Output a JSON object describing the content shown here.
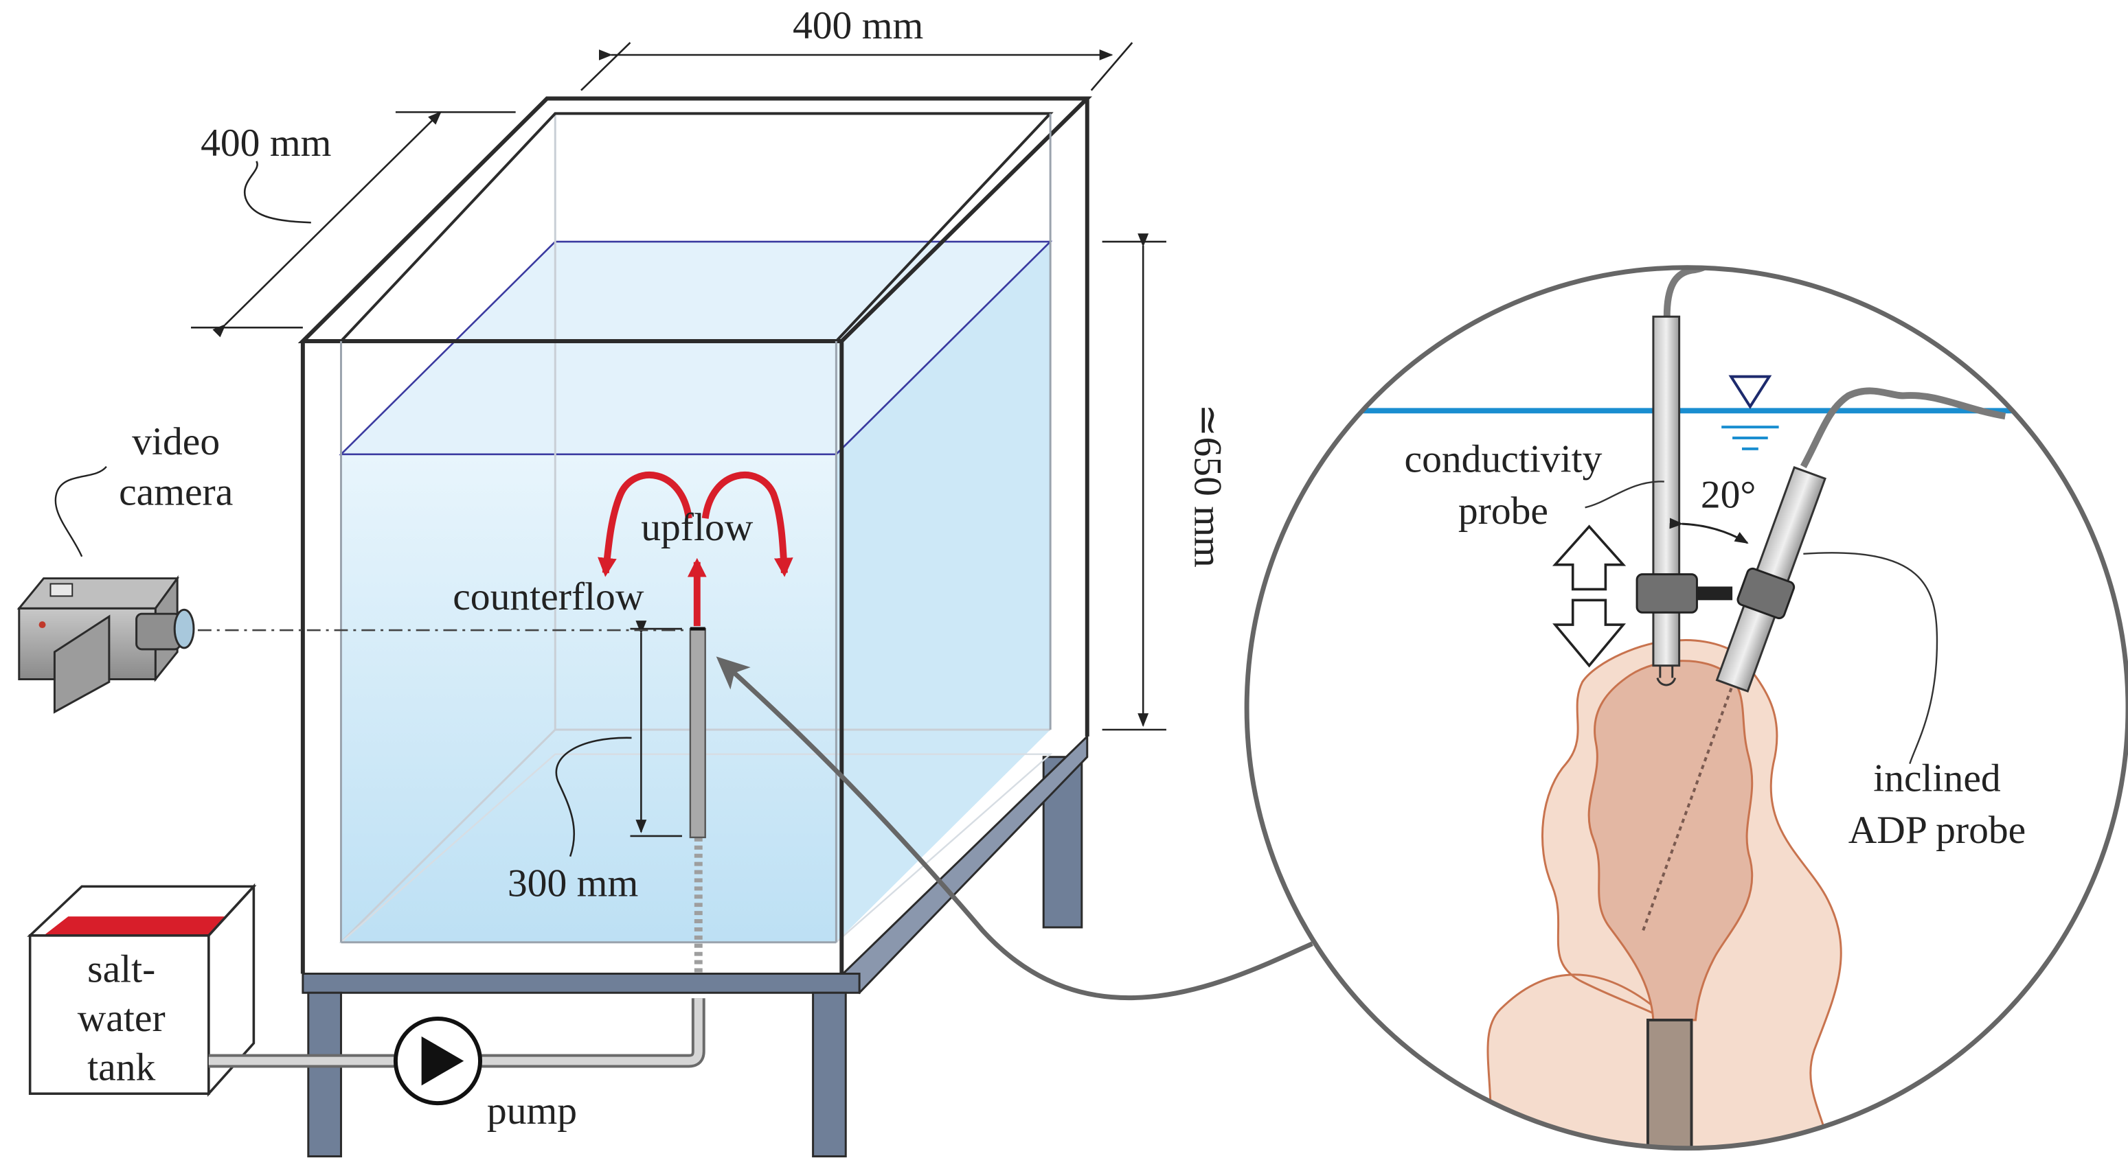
{
  "labels": {
    "width_top": "400 mm",
    "depth_side": "400 mm",
    "height": "≃650 mm",
    "video_camera_line1": "video",
    "video_camera_line2": "camera",
    "upflow": "upflow",
    "counterflow": "counterflow",
    "nozzle_length": "300 mm",
    "tank_line1": "salt-",
    "tank_line2": "water",
    "tank_line3": "tank",
    "pump": "pump",
    "conductivity_line1": "conductivity",
    "conductivity_line2": "probe",
    "angle": "20°",
    "adp_line1": "inclined",
    "adp_line2": "ADP probe"
  },
  "colors": {
    "frame_line": "#2b2b2b",
    "water_top": "#e6f4fb",
    "water_bottom": "#bfe0f4",
    "water_edge": "#3a3aa0",
    "stand": "#6f7f98",
    "flow_arrow": "#d81e2a",
    "surface_line": "#1a8ed0",
    "plume_outer": "#f5dccd",
    "plume_inner": "#e3b7a3",
    "plume_edge": "#c8734e",
    "nozzle": "#a49285",
    "probe_body": "#d8d8d8",
    "clamp": "#707070",
    "brine": "#d81e2a"
  },
  "icons": {
    "camera": "video-camera-icon",
    "pump": "pump-icon",
    "water_level": "water-level-triangle-icon",
    "traverse": "double-arrow-icon"
  }
}
